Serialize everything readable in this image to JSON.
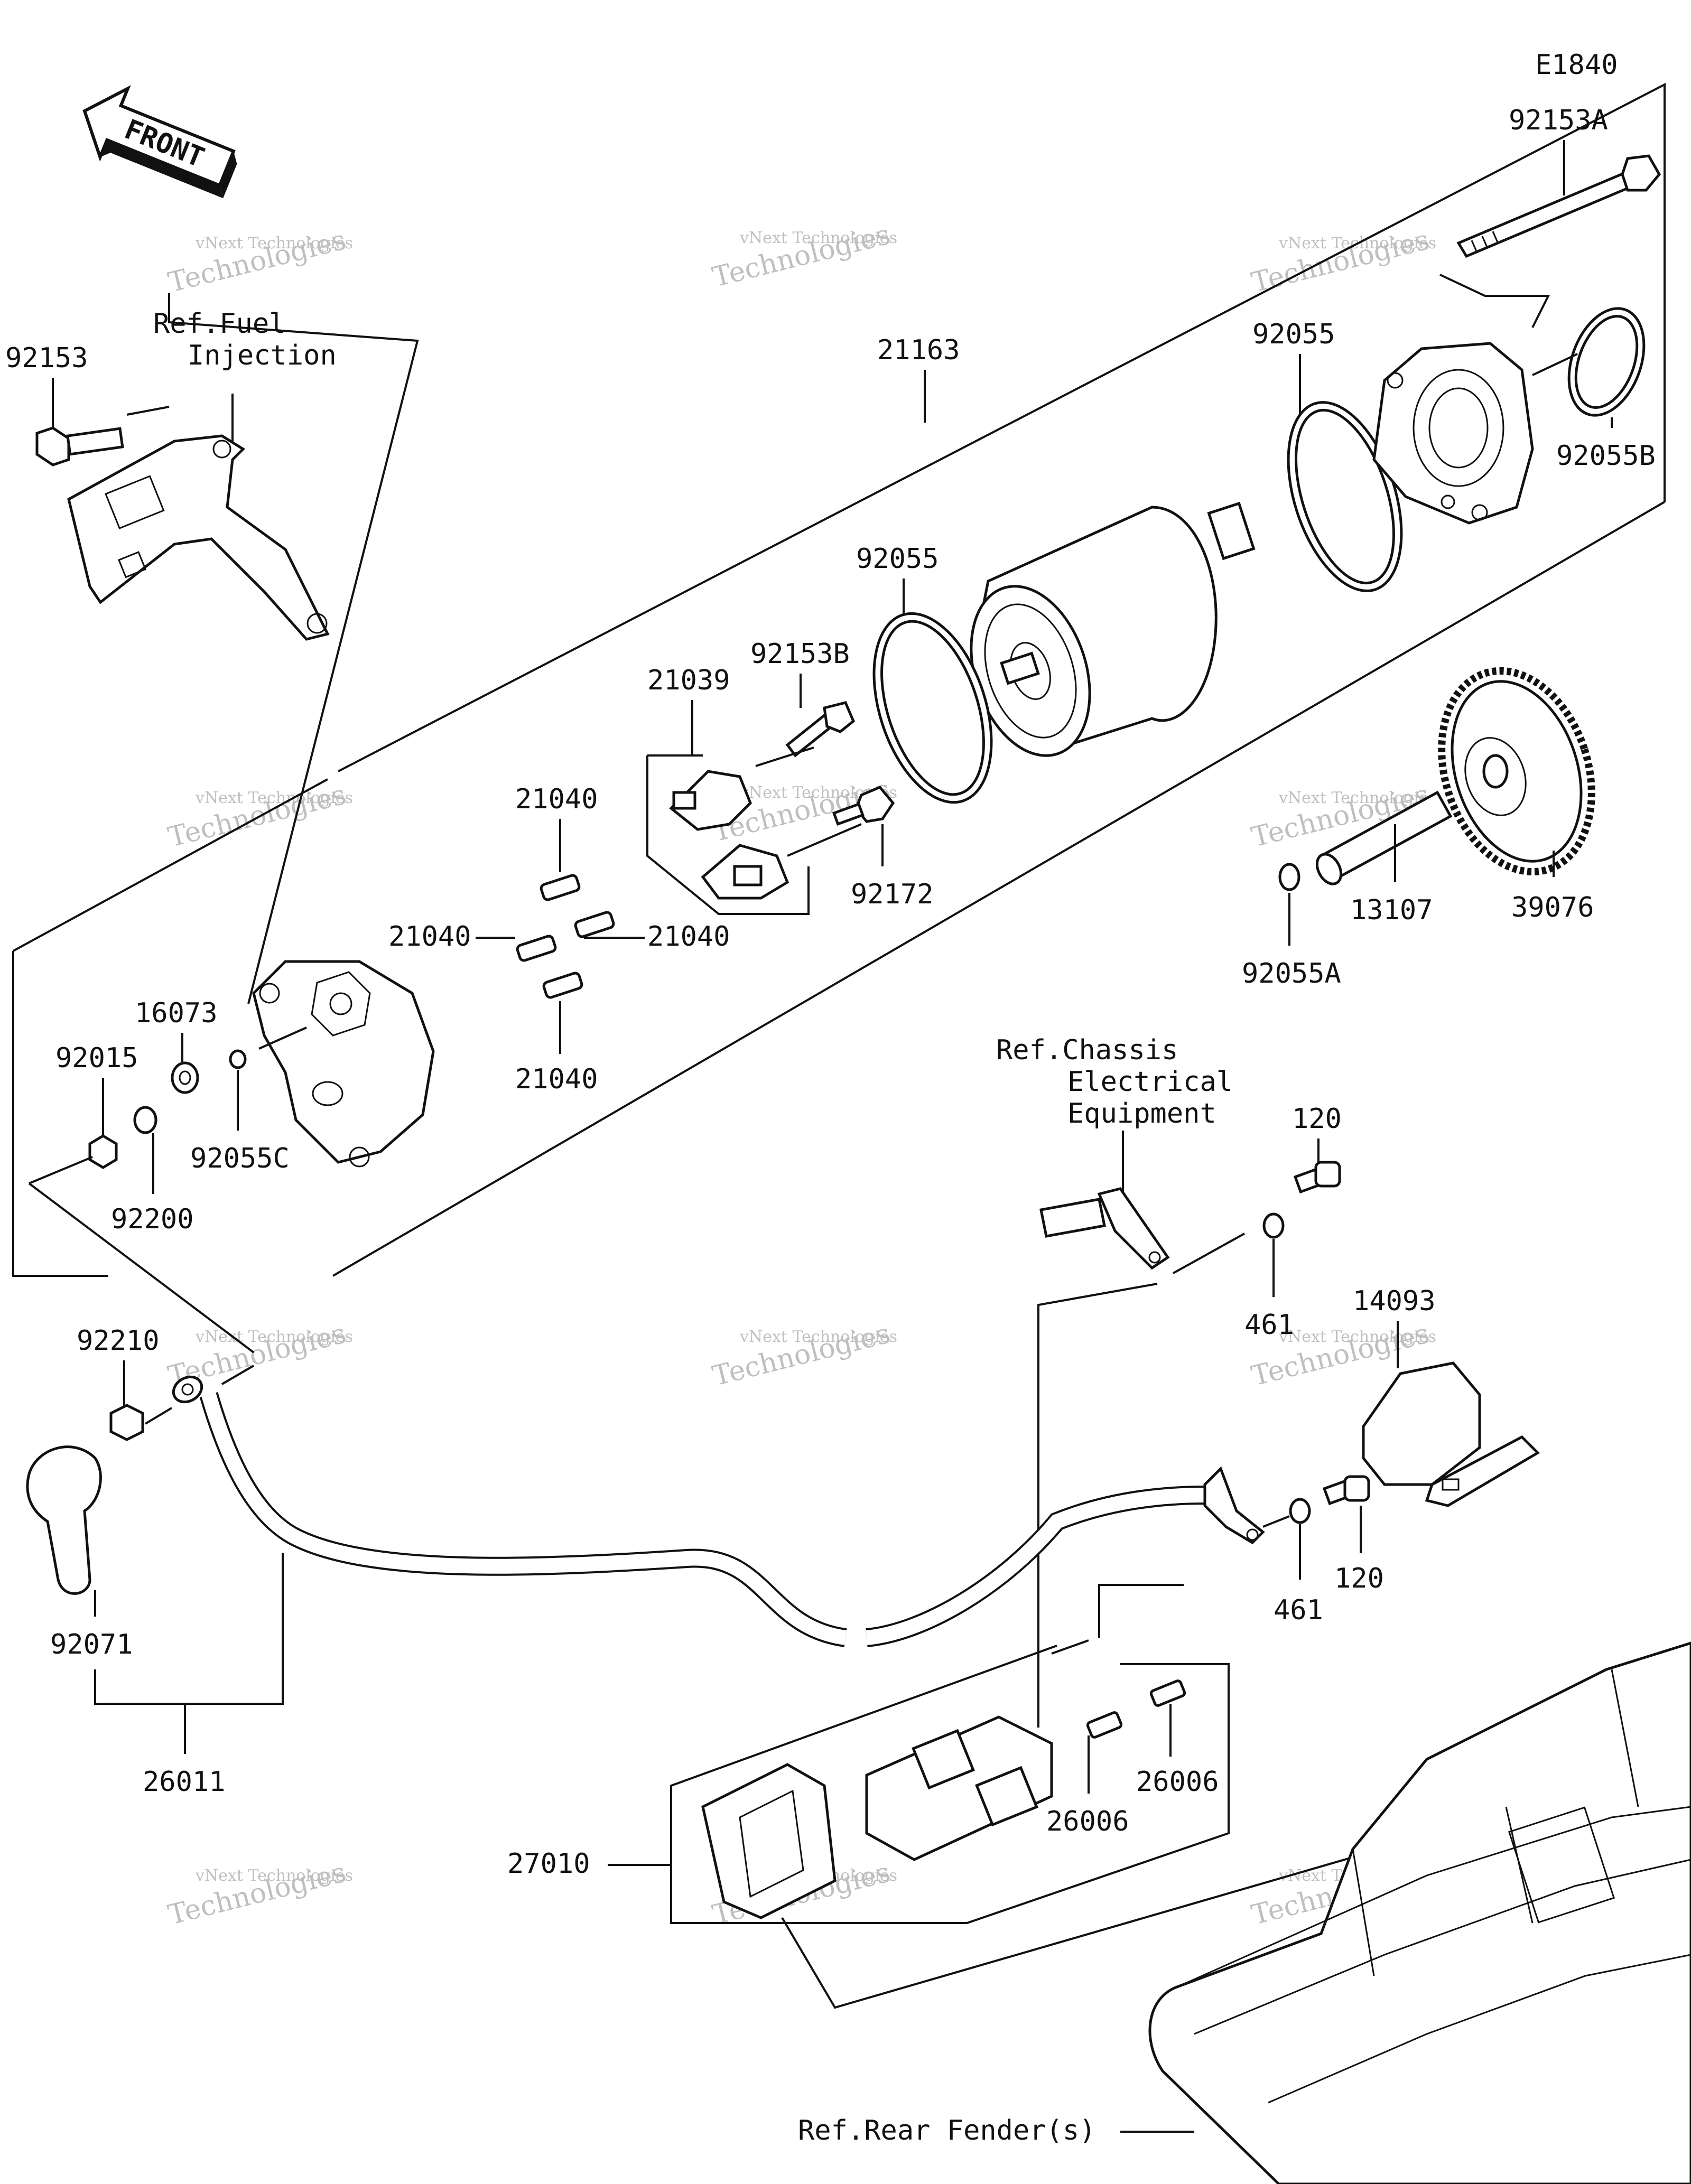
{
  "diagram_code": "E1840",
  "front_label": "FRONT",
  "watermark": {
    "line1": "vNext Technologies",
    "line2": "Technologies"
  },
  "refs": {
    "fuel_line1": "Ref.Fuel",
    "fuel_line2": "Injection",
    "chassis_line1": "Ref.Chassis",
    "chassis_line2": "Electrical",
    "chassis_line3": "Equipment",
    "fender": "Ref.Rear Fender(s)"
  },
  "parts": {
    "p92153A": "92153A",
    "p92055_top": "92055",
    "p92055B": "92055B",
    "p21163": "21163",
    "p92153_left": "92153",
    "p92055_mid": "92055",
    "p92153B": "92153B",
    "p21039": "21039",
    "p21040_top": "21040",
    "p21040_left": "21040",
    "p21040_right": "21040",
    "p21040_bottom": "21040",
    "p92172": "92172",
    "p13107": "13107",
    "p39076": "39076",
    "p92055A": "92055A",
    "p16073": "16073",
    "p92015": "92015",
    "p92055C": "92055C",
    "p92200": "92200",
    "p120_top": "120",
    "p461_top": "461",
    "p14093": "14093",
    "p92210": "92210",
    "p461_bottom": "461",
    "p120_bottom": "120",
    "p92071": "92071",
    "p26011": "26011",
    "p26006_right": "26006",
    "p26006_left": "26006",
    "p27010": "27010"
  }
}
